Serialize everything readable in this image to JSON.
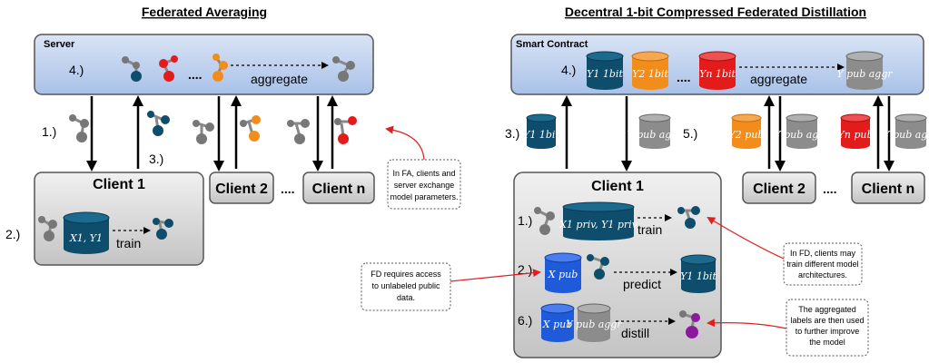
{
  "left": {
    "title": "Federated Averaging",
    "server": "Server",
    "step4": "4.)",
    "dots": "....",
    "aggregate": "aggregate",
    "step1": "1.)",
    "step3": "3.)",
    "step2": "2.)",
    "client1": "Client 1",
    "client2": "Client 2",
    "clientn": "Client n",
    "clients_dots": "....",
    "db_label": "X1, Y1",
    "train": "train",
    "note": [
      "In FA, clients and",
      "server exchange",
      "model parameters."
    ]
  },
  "right": {
    "title": "Decentral 1-bit Compressed Federated Distillation",
    "contract": "Smart Contract",
    "step4": "4.)",
    "dots": "....",
    "aggregate": "aggregate",
    "step3": "3.)",
    "step5": "5.)",
    "client1": "Client 1",
    "client2": "Client 2",
    "clientn": "Client n",
    "clients_dots": "....",
    "c1_step1": "1.)",
    "c1_step2": "2.)",
    "c1_step6": "6.)",
    "train": "train",
    "predict": "predict",
    "distill": "distill",
    "db": {
      "y1bit": "Y1 1bit",
      "y2bit": "Y2 1bit",
      "ynbit": "Yn 1bit",
      "yaggr": "Y pub aggr",
      "y2pub": "Y2 pub",
      "ynpub": "Yn pub",
      "xpriv": "X1 priv, Y1 priv",
      "xpub": "X pub"
    },
    "note_fd": [
      "In FD, clients may",
      "train different model",
      "architectures."
    ],
    "note_access": [
      "FD requires access",
      "to unlabeled public",
      "data."
    ],
    "note_agg": [
      "The aggregated",
      "labels are then used",
      "to further improve",
      "the model"
    ]
  },
  "colors": {
    "teal": "#0e4d6b",
    "red": "#e31b1b",
    "orange": "#f28c1a",
    "grey": "#8c8c8c",
    "blue": "#1f5ad9",
    "purple": "#8d1a9e",
    "arrow_red": "#e02020"
  }
}
